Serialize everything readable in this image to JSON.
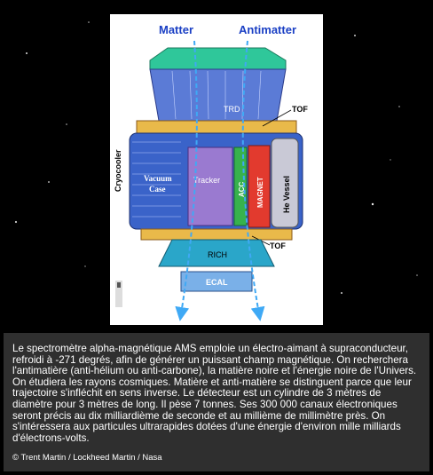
{
  "figure": {
    "arrow_labels": {
      "matter": "Matter",
      "antimatter": "Antimatter"
    },
    "parts": {
      "trd": "TRD",
      "tof_top": "TOF",
      "tof_bottom": "TOF",
      "cryocooler": "Cryocooler",
      "vacuum_case": "Vacuum\nCase",
      "tracker": "Tracker",
      "acc": "ACC",
      "magnet": "MAGNET",
      "he_vessel": "He Vessel",
      "rich": "RICH",
      "ecal": "ECAL"
    },
    "colors": {
      "matter_label": "#1a3fc4",
      "trd_top": "#2fc79a",
      "vacuum_case": "#3a63c9",
      "magnet": "#e23a2e",
      "acc": "#37b24d",
      "he_vessel": "#c9c9d6",
      "tracker": "#9a7ad0",
      "rich": "#2aa6c9",
      "ecal": "#7ab0e8",
      "caption_bg": "#2f2f2f"
    }
  },
  "caption": {
    "text": "Le spectromètre alpha-magnétique AMS emploie un électro-aimant à supraconducteur, refroidi à -271 degrés, afin de générer un puissant champ magnétique. On recherchera l'antimatière (anti-hélium ou anti-carbone), la matière noire et l'énergie noire de l'Univers. On étudiera les rayons cosmiques. Matière et anti-matière se distinguent parce que leur trajectoire s'infléchit en sens inverse. Le détecteur est un cylindre de 3 mètres de diamètre pour 3 mètres de long. Il pèse 7 tonnes. Ses 300 000 canaux électroniques seront précis au dix milliardième de seconde et au millième de millimètre près. On s'intéressera aux particules ultrarapides dotées d'une énergie d'environ mille milliards d'électrons-volts.",
    "credit": "© Trent Martin / Lockheed Martin / Nasa"
  }
}
